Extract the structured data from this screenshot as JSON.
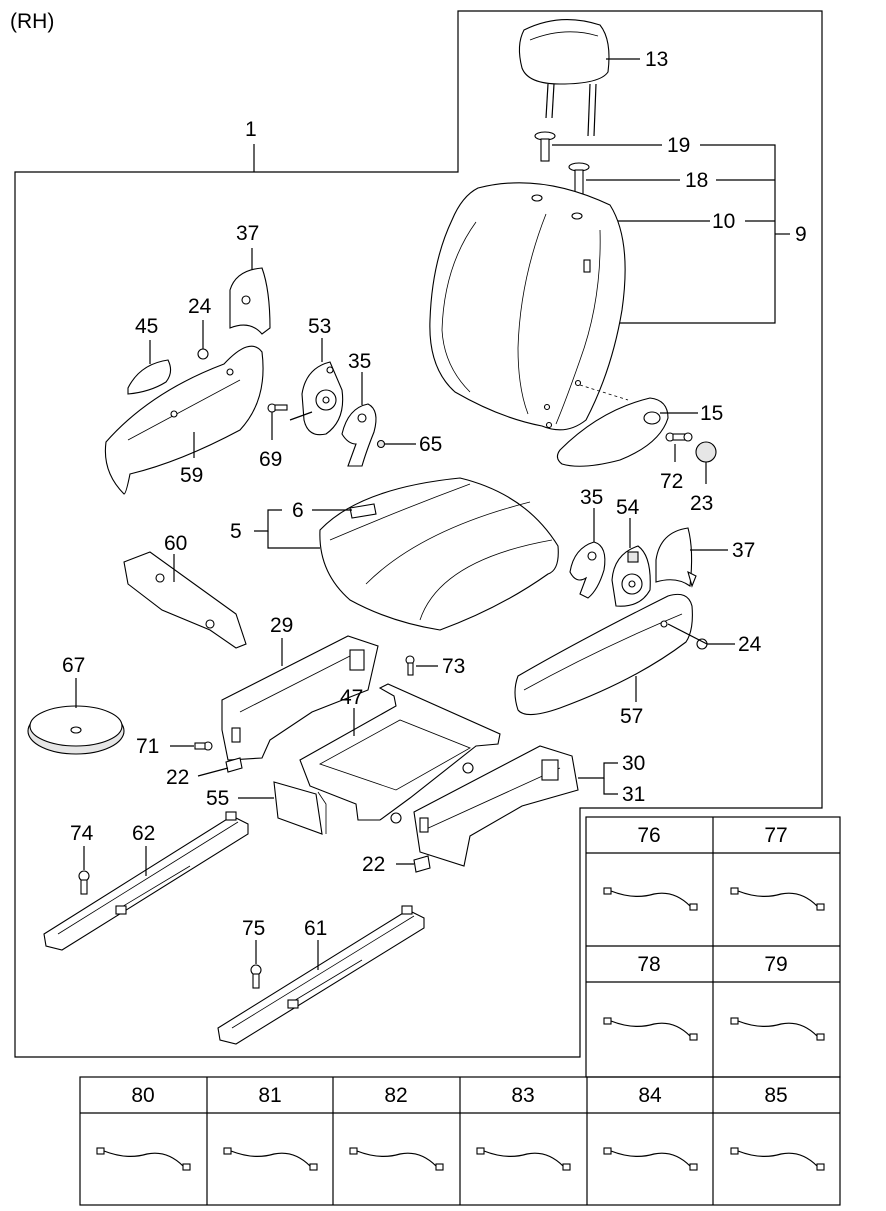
{
  "variant": "(RH)",
  "callouts": {
    "c1": "1",
    "c13": "13",
    "c19": "19",
    "c18": "18",
    "c10": "10",
    "c9": "9",
    "c37a": "37",
    "c24a": "24",
    "c45": "45",
    "c53": "53",
    "c35a": "35",
    "c65": "65",
    "c69": "69",
    "c59": "59",
    "c15": "15",
    "c72": "72",
    "c23": "23",
    "c6": "6",
    "c5": "5",
    "c35b": "35",
    "c54": "54",
    "c37b": "37",
    "c24b": "24",
    "c60": "60",
    "c57": "57",
    "c29": "29",
    "c73": "73",
    "c67": "67",
    "c47": "47",
    "c71": "71",
    "c22a": "22",
    "c30": "30",
    "c31": "31",
    "c55": "55",
    "c22b": "22",
    "c74": "74",
    "c62": "62",
    "c75": "75",
    "c61": "61"
  },
  "wire_table_right": [
    "76",
    "77",
    "78",
    "79"
  ],
  "wire_table_bottom": [
    "80",
    "81",
    "82",
    "83",
    "84",
    "85"
  ]
}
